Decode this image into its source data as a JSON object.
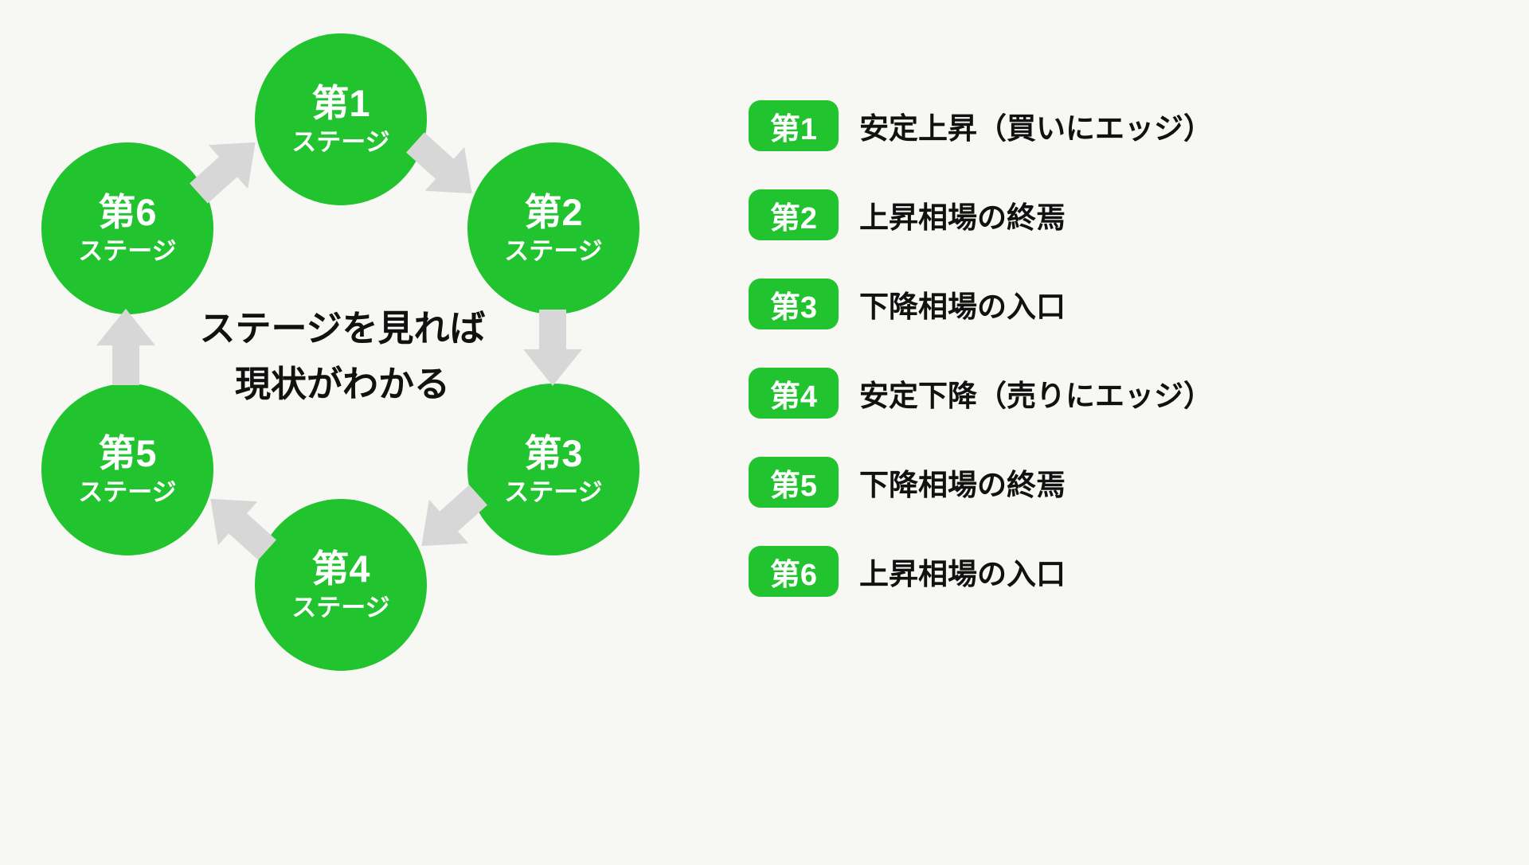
{
  "colors": {
    "accent_green": "#21c42e",
    "arrow_gray": "#d7d7d7",
    "background": "#f7f7f3",
    "text": "#111111"
  },
  "diagram": {
    "center_line1": "ステージを見れば",
    "center_line2": "現状がわかる",
    "stages": [
      {
        "number": "第1",
        "label": "ステージ"
      },
      {
        "number": "第2",
        "label": "ステージ"
      },
      {
        "number": "第3",
        "label": "ステージ"
      },
      {
        "number": "第4",
        "label": "ステージ"
      },
      {
        "number": "第5",
        "label": "ステージ"
      },
      {
        "number": "第6",
        "label": "ステージ"
      }
    ]
  },
  "legend": {
    "items": [
      {
        "badge": "第1",
        "label": "安定上昇（買いにエッジ）"
      },
      {
        "badge": "第2",
        "label": "上昇相場の終焉"
      },
      {
        "badge": "第3",
        "label": "下降相場の入口"
      },
      {
        "badge": "第4",
        "label": "安定下降（売りにエッジ）"
      },
      {
        "badge": "第5",
        "label": "下降相場の終焉"
      },
      {
        "badge": "第6",
        "label": "上昇相場の入口"
      }
    ]
  }
}
